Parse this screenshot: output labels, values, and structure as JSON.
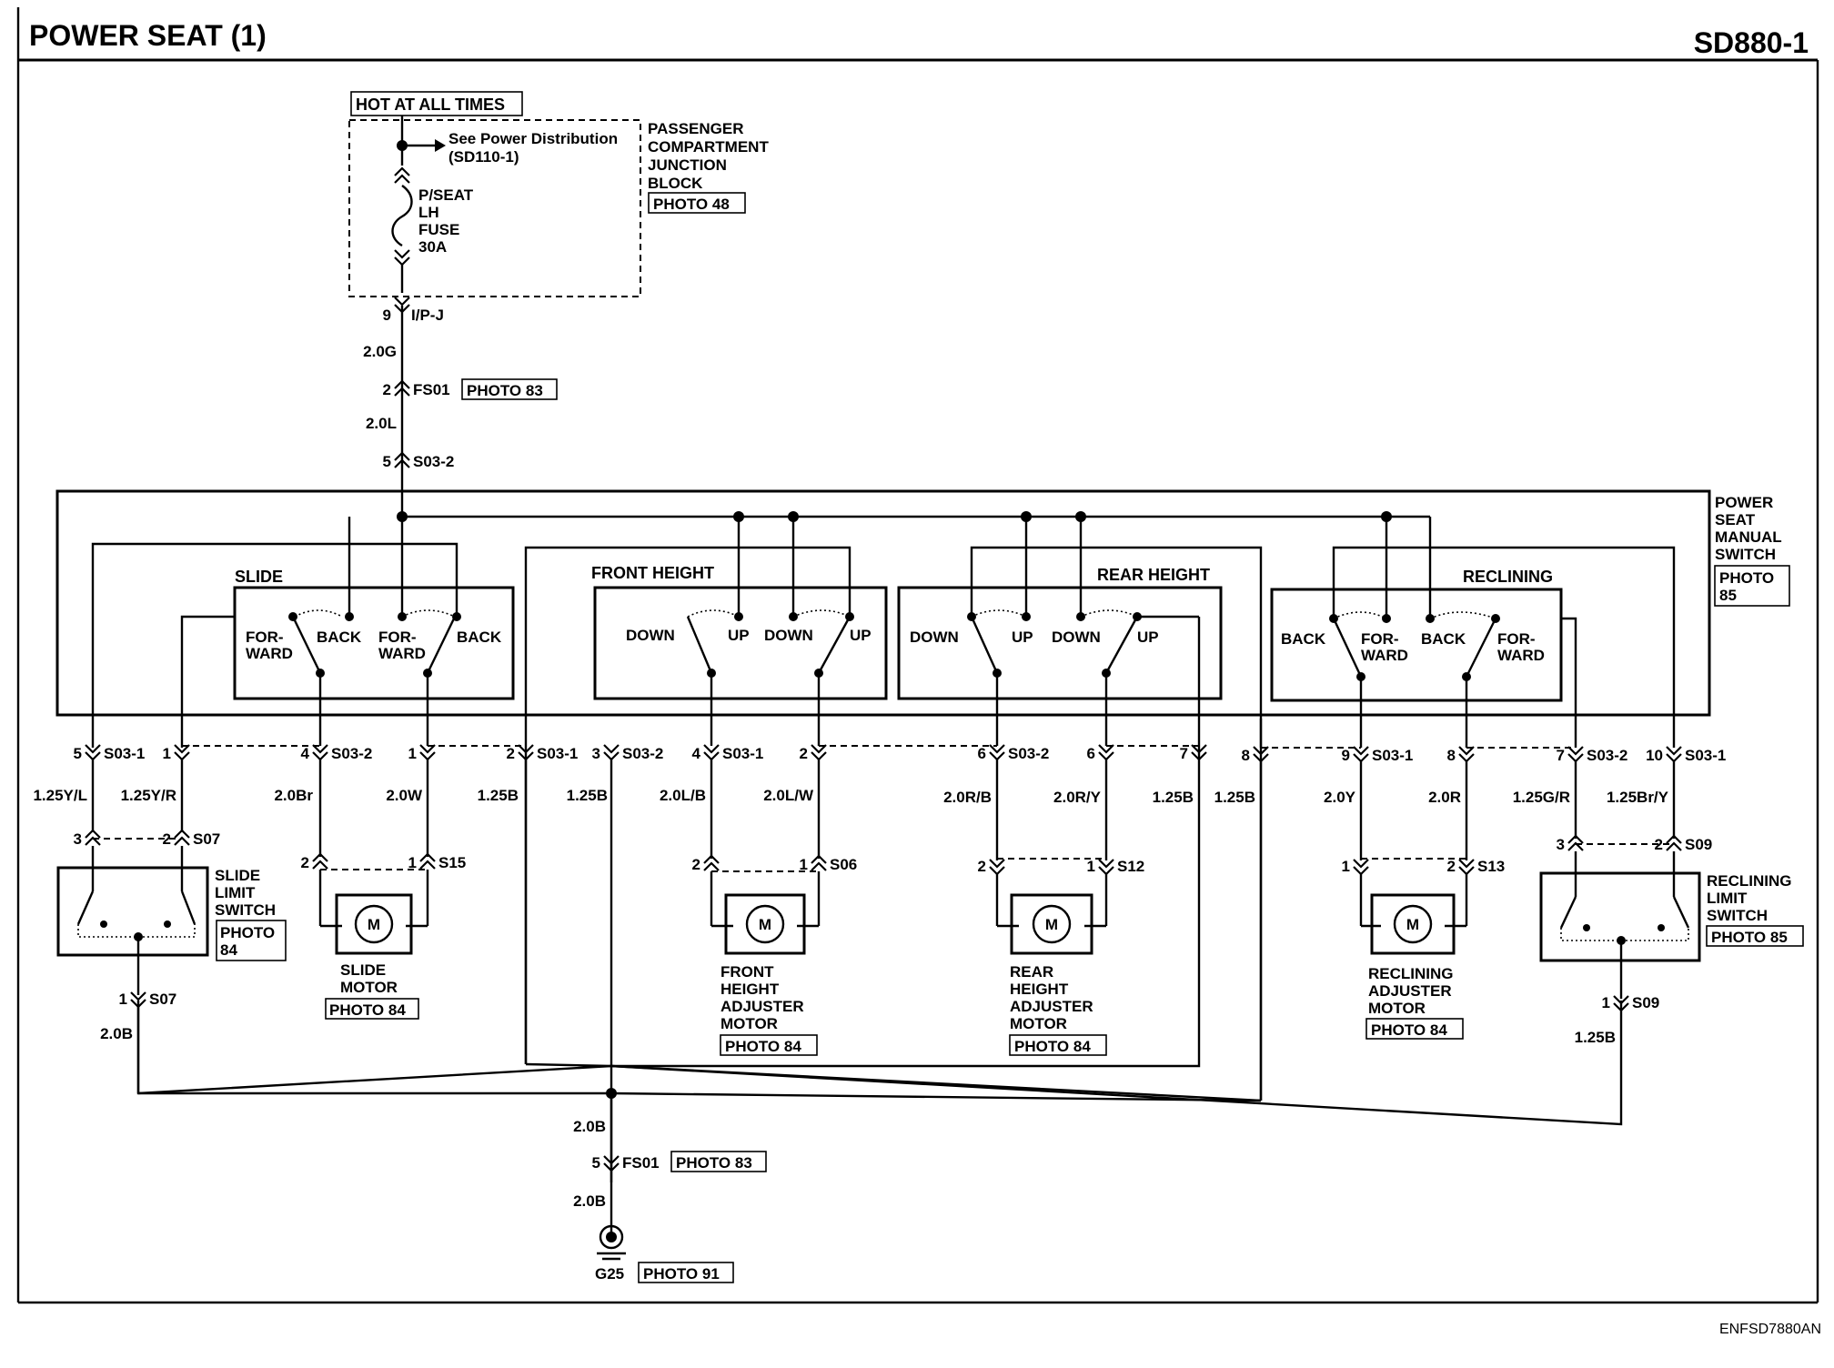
{
  "header": {
    "title": "POWER SEAT (1)",
    "page_id": "SD880-1"
  },
  "footer": {
    "code": "ENFSD7880AN"
  },
  "power": {
    "hot_label": "HOT AT ALL TIMES",
    "see_line1": "See Power Distribution",
    "see_line2": "(SD110-1)",
    "fuse_lines": [
      "P/SEAT",
      "LH",
      "FUSE",
      "30A"
    ],
    "junction_lines": [
      "PASSENGER",
      "COMPARTMENT",
      "JUNCTION",
      "BLOCK"
    ],
    "junction_photo": "PHOTO 48",
    "ipj_pin": "9",
    "ipj_label": "I/P-J",
    "wire1": "2.0G",
    "fs01_pin": "2",
    "fs01_label": "FS01",
    "fs01_photo": "PHOTO 83",
    "wire2": "2.0L",
    "s032_pin": "5",
    "s032_label": "S03-2"
  },
  "manual_switch": {
    "lines": [
      "POWER",
      "SEAT",
      "MANUAL",
      "SWITCH"
    ],
    "photo": "PHOTO 85",
    "groups": {
      "slide": {
        "title": "SLIDE",
        "labels": [
          "FOR-",
          "WARD",
          "BACK",
          "FOR-",
          "WARD",
          "BACK"
        ]
      },
      "front": {
        "title": "FRONT HEIGHT",
        "labels": [
          "DOWN",
          "UP",
          "DOWN",
          "UP"
        ]
      },
      "rear": {
        "title": "REAR HEIGHT",
        "labels": [
          "DOWN",
          "UP",
          "DOWN",
          "UP"
        ]
      },
      "recl": {
        "title": "RECLINING",
        "labels": [
          "BACK",
          "FOR-",
          "WARD",
          "BACK",
          "FOR-",
          "WARD"
        ]
      }
    }
  },
  "connectors": [
    {
      "pin": "5",
      "label": "S03-1",
      "wire": "1.25Y/L"
    },
    {
      "pin": "1",
      "label": "",
      "wire": "1.25Y/R"
    },
    {
      "pin": "4",
      "label": "S03-2",
      "wire": "2.0Br"
    },
    {
      "pin": "1",
      "label": "",
      "wire": "2.0W"
    },
    {
      "pin": "2",
      "label": "S03-1",
      "wire": "1.25B"
    },
    {
      "pin": "3",
      "label": "S03-2",
      "wire": "1.25B"
    },
    {
      "pin": "4",
      "label": "S03-1",
      "wire": "2.0L/B"
    },
    {
      "pin": "2",
      "label": "",
      "wire": "2.0L/W"
    },
    {
      "pin": "6",
      "label": "S03-2",
      "wire": "2.0R/B"
    },
    {
      "pin": "6",
      "label": "",
      "wire": "2.0R/Y"
    },
    {
      "pin": "7",
      "label": "",
      "wire": "1.25B"
    },
    {
      "pin": "8",
      "label": "",
      "wire": "1.25B"
    },
    {
      "pin": "9",
      "label": "S03-1",
      "wire": "2.0Y"
    },
    {
      "pin": "8",
      "label": "",
      "wire": "2.0R"
    },
    {
      "pin": "7",
      "label": "S03-2",
      "wire": "1.25G/R"
    },
    {
      "pin": "10",
      "label": "S03-1",
      "wire": "1.25Br/Y"
    }
  ],
  "slide_limit": {
    "pins": [
      "3",
      "2"
    ],
    "conn": "S07",
    "lines": [
      "SLIDE",
      "LIMIT",
      "SWITCH"
    ],
    "photo_lines": [
      "PHOTO",
      "84"
    ],
    "bottom_pin": "1",
    "bottom_conn": "S07",
    "wire": "2.0B"
  },
  "slide_motor": {
    "pins": [
      "2",
      "1"
    ],
    "conn": "S15",
    "lines": [
      "SLIDE",
      "MOTOR"
    ],
    "photo": "PHOTO 84",
    "m": "M"
  },
  "front_motor": {
    "pins": [
      "2",
      "1"
    ],
    "conn": "S06",
    "lines": [
      "FRONT",
      "HEIGHT",
      "ADJUSTER",
      "MOTOR"
    ],
    "photo": "PHOTO 84",
    "m": "M"
  },
  "rear_motor": {
    "pins": [
      "2",
      "1"
    ],
    "conn": "S12",
    "lines": [
      "REAR",
      "HEIGHT",
      "ADJUSTER",
      "MOTOR"
    ],
    "photo": "PHOTO 84",
    "m": "M"
  },
  "recl_motor": {
    "pins": [
      "1",
      "2"
    ],
    "conn": "S13",
    "lines": [
      "RECLINING",
      "ADJUSTER",
      "MOTOR"
    ],
    "photo": "PHOTO 84",
    "m": "M"
  },
  "recl_limit": {
    "pins": [
      "3",
      "2"
    ],
    "conn": "S09",
    "lines": [
      "RECLINING",
      "LIMIT",
      "SWITCH"
    ],
    "photo": "PHOTO 85",
    "bottom_pin": "1",
    "bottom_conn": "S09",
    "wire": "1.25B"
  },
  "ground": {
    "wire1": "2.0B",
    "fs01_pin": "5",
    "fs01_label": "FS01",
    "fs01_photo": "PHOTO 83",
    "wire2": "2.0B",
    "label": "G25",
    "photo": "PHOTO 91"
  }
}
